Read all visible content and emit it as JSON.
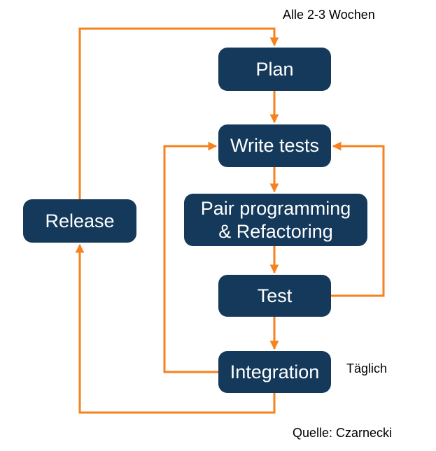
{
  "diagram": {
    "type": "flowchart",
    "colors": {
      "node_fill": "#14395B",
      "node_text": "#FFFFFF",
      "arrow": "#F6821F",
      "annotation_text": "#000000",
      "background": "#FFFFFF"
    },
    "annotations": {
      "cycle": "Alle 2-3 Wochen",
      "daily": "Täglich",
      "source": "Quelle: Czarnecki"
    },
    "nodes": [
      {
        "id": "plan",
        "label": "Plan"
      },
      {
        "id": "write-tests",
        "label": "Write tests"
      },
      {
        "id": "pair-programming",
        "label": "Pair programming\n& Refactoring"
      },
      {
        "id": "test",
        "label": "Test"
      },
      {
        "id": "integration",
        "label": "Integration"
      },
      {
        "id": "release",
        "label": "Release"
      }
    ],
    "edges": [
      {
        "from": "plan",
        "to": "write-tests"
      },
      {
        "from": "write-tests",
        "to": "pair-programming"
      },
      {
        "from": "pair-programming",
        "to": "test"
      },
      {
        "from": "test",
        "to": "integration"
      },
      {
        "from": "test",
        "to": "write-tests",
        "note": "right-side loop"
      },
      {
        "from": "integration",
        "to": "write-tests",
        "note": "left-side loop, Täglich"
      },
      {
        "from": "integration",
        "to": "release",
        "note": "bottom-left loop"
      },
      {
        "from": "release",
        "to": "plan",
        "note": "top loop, Alle 2-3 Wochen"
      }
    ]
  }
}
